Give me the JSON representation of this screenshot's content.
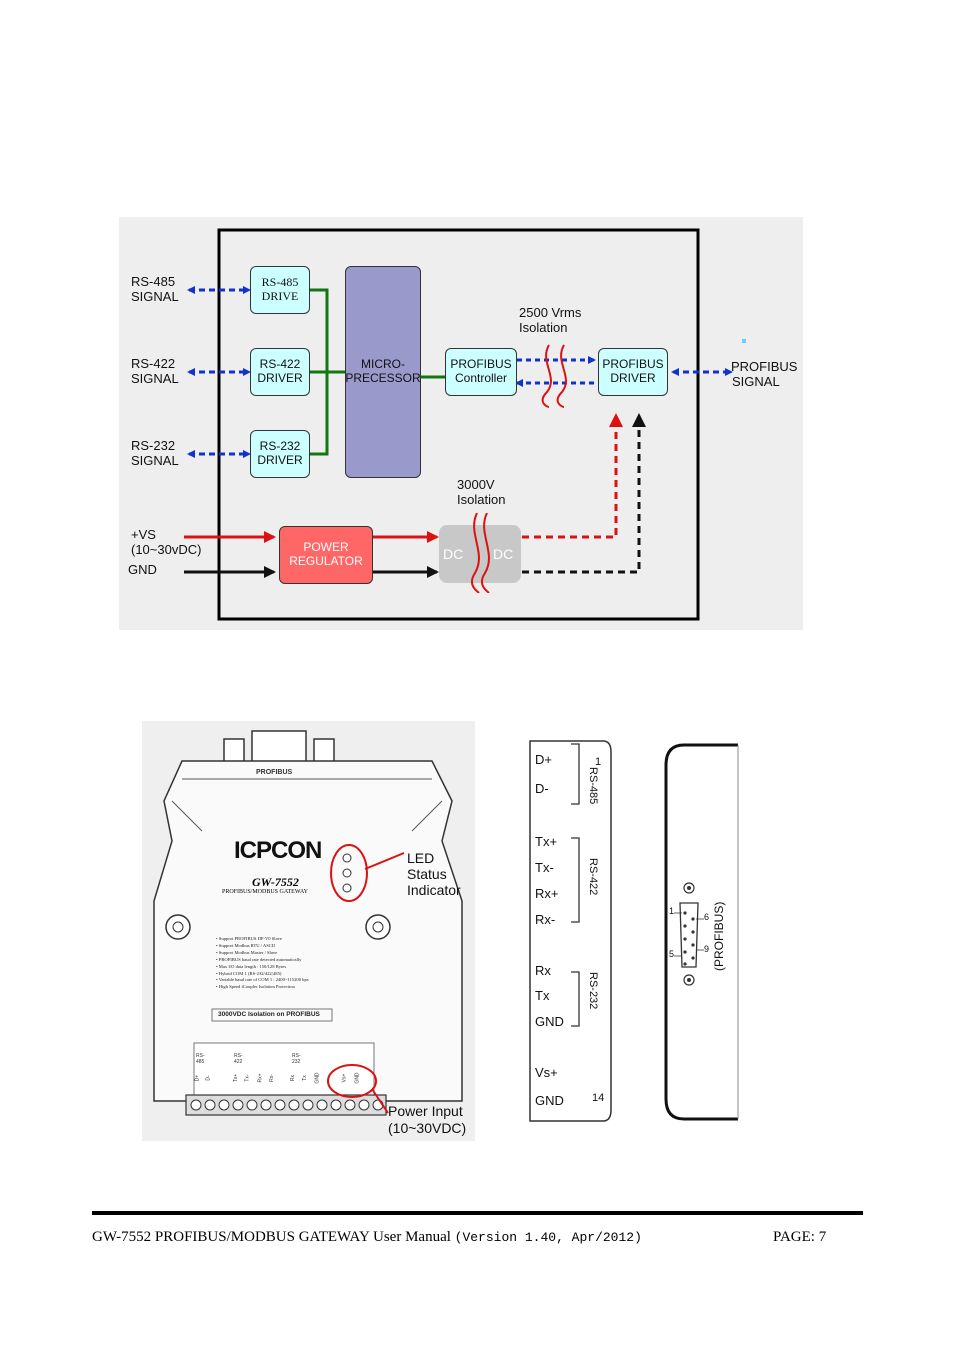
{
  "block_diagram": {
    "signals": {
      "rs485_line1": "RS-485",
      "rs485_line2": "SIGNAL",
      "rs422_line1": "RS-422",
      "rs422_line2": "SIGNAL",
      "rs232_line1": "RS-232",
      "rs232_line2": "SIGNAL",
      "vs_line1": "+VS",
      "vs_line2": "(10~30vDC)",
      "gnd": "GND",
      "profibus_line1": "PROFIBUS",
      "profibus_line2": "SIGNAL"
    },
    "boxes": {
      "rs485_line1": "RS-485",
      "rs485_line2": "DRIVE",
      "rs422_line1": "RS-422",
      "rs422_line2": "DRIVER",
      "rs232_line1": "RS-232",
      "rs232_line2": "DRIVER",
      "micro_line1": "MICRO-",
      "micro_line2": "PRECESSOR",
      "profibus_ctrl_line1": "PROFIBUS",
      "profibus_ctrl_line2": "Controller",
      "profibus_drv_line1": "PROFIBUS",
      "profibus_drv_line2": "DRIVER",
      "power_line1": "POWER",
      "power_line2": "REGULATOR",
      "dc_left": "DC",
      "dc_right": "DC"
    },
    "isolation_2500_line1": "2500 Vrms",
    "isolation_2500_line2": "Isolation",
    "isolation_3000_line1": "3000V",
    "isolation_3000_line2": "Isolation"
  },
  "device_photo": {
    "top_label": "PROFIBUS",
    "brand": "ICPCON",
    "model": "GW-7552",
    "subtitle": "PROFIBUS/MODBUS GATEWAY",
    "features": [
      "Support PROFIBUS DP-V0 Slave",
      "Support Modbus RTU / ASCII",
      "Support Modbus Master / Slave",
      "PROFIBUS baud rate detected automatically",
      "Max I/O data length : 150/128 Bytes",
      "Hybrid COM 1 (RS-232/422/485)",
      "Variable baud rate of COM 1 : 2400~115200 bps",
      "High Speed iCoupler Isolation Protection"
    ],
    "isolation_text": "3000VDC Isolation on PROFIBUS",
    "terminal_groups": [
      "RS-485",
      "RS-422",
      "RS-232"
    ],
    "terminal_pins": [
      "D+",
      "D-",
      "Tx+",
      "Tx-",
      "Rx+",
      "Rx-",
      "Rx",
      "Tx",
      "GND",
      "Vs+",
      "GND"
    ],
    "led_callout_line1": "LED",
    "led_callout_line2": "Status",
    "led_callout_line3": "Indicator",
    "power_callout_line1": "Power Input",
    "power_callout_line2": "(10~30VDC)"
  },
  "pinout": {
    "pins": [
      "D+",
      "D-",
      "Tx+",
      "Tx-",
      "Rx+",
      "Rx-",
      "Rx",
      "Tx",
      "GND",
      "Vs+",
      "GND"
    ],
    "pin_first": "1",
    "pin_last": "14",
    "group_485": "RS-485",
    "group_422": "RS-422",
    "group_232": "RS-232"
  },
  "connector": {
    "label": "(PROFIBUS)",
    "pin1": "1",
    "pin5": "5",
    "pin6": "6",
    "pin9": "9"
  },
  "footer": {
    "title": "GW-7552 PROFIBUS/MODBUS GATEWAY User Manual",
    "version": "(Version 1.40, Apr/2012)",
    "page": "PAGE: 7"
  },
  "colors": {
    "diagram_bg": "#eeeeee",
    "driver_box": "#ccffff",
    "micro_box": "#9999cc",
    "power_box": "#ff6666",
    "dc_box": "#c8c8c8",
    "blue_arrow": "#1133cc",
    "green_line": "#117711",
    "red_line": "#dd1111"
  }
}
